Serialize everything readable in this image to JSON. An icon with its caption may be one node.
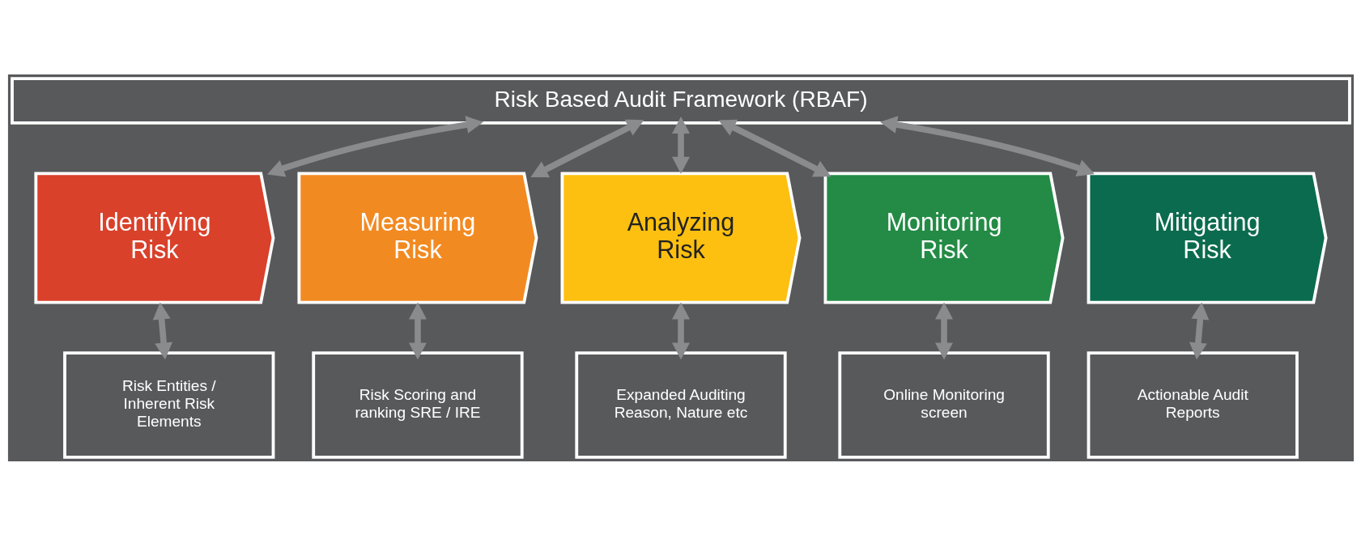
{
  "diagram": {
    "nodes": [
      {
        "text": [
          "Risk Based Audit Framework (RBAF)"
        ]
      },
      {
        "text": [
          "Identifying Risk"
        ]
      },
      {
        "text": [
          "Measuring Risk"
        ]
      },
      {
        "text": [
          "Analyzing Risk"
        ]
      },
      {
        "text": [
          "Monitoring Risk"
        ]
      },
      {
        "text": [
          "Mitigating Risk"
        ]
      },
      {
        "text": [
          "Risk Entities / Inherent Risk Elements"
        ]
      },
      {
        "text": [
          "Risk Scoring and ranking SRE / IRE"
        ]
      },
      {
        "text": [
          "Expanded Auditing Reason, Nature etc"
        ]
      },
      {
        "text": [
          "Online Monitoring screen"
        ]
      },
      {
        "text": [
          "Actionable Audit Reports"
        ]
      }
    ],
    "edges": [
      {
        "from": 0,
        "to": 1,
        "arrow": "both"
      },
      {
        "from": 0,
        "to": 2,
        "arrow": "both"
      },
      {
        "from": 0,
        "to": 3,
        "arrow": "both"
      },
      {
        "from": 0,
        "to": 4,
        "arrow": "both"
      },
      {
        "from": 0,
        "to": 5,
        "arrow": "both"
      },
      {
        "from": 1,
        "to": 6,
        "arrow": "both"
      },
      {
        "from": 2,
        "to": 7,
        "arrow": "both"
      },
      {
        "from": 3,
        "to": 8,
        "arrow": "both"
      },
      {
        "from": 4,
        "to": 9,
        "arrow": "both"
      },
      {
        "from": 5,
        "to": 10,
        "arrow": "both"
      }
    ]
  }
}
